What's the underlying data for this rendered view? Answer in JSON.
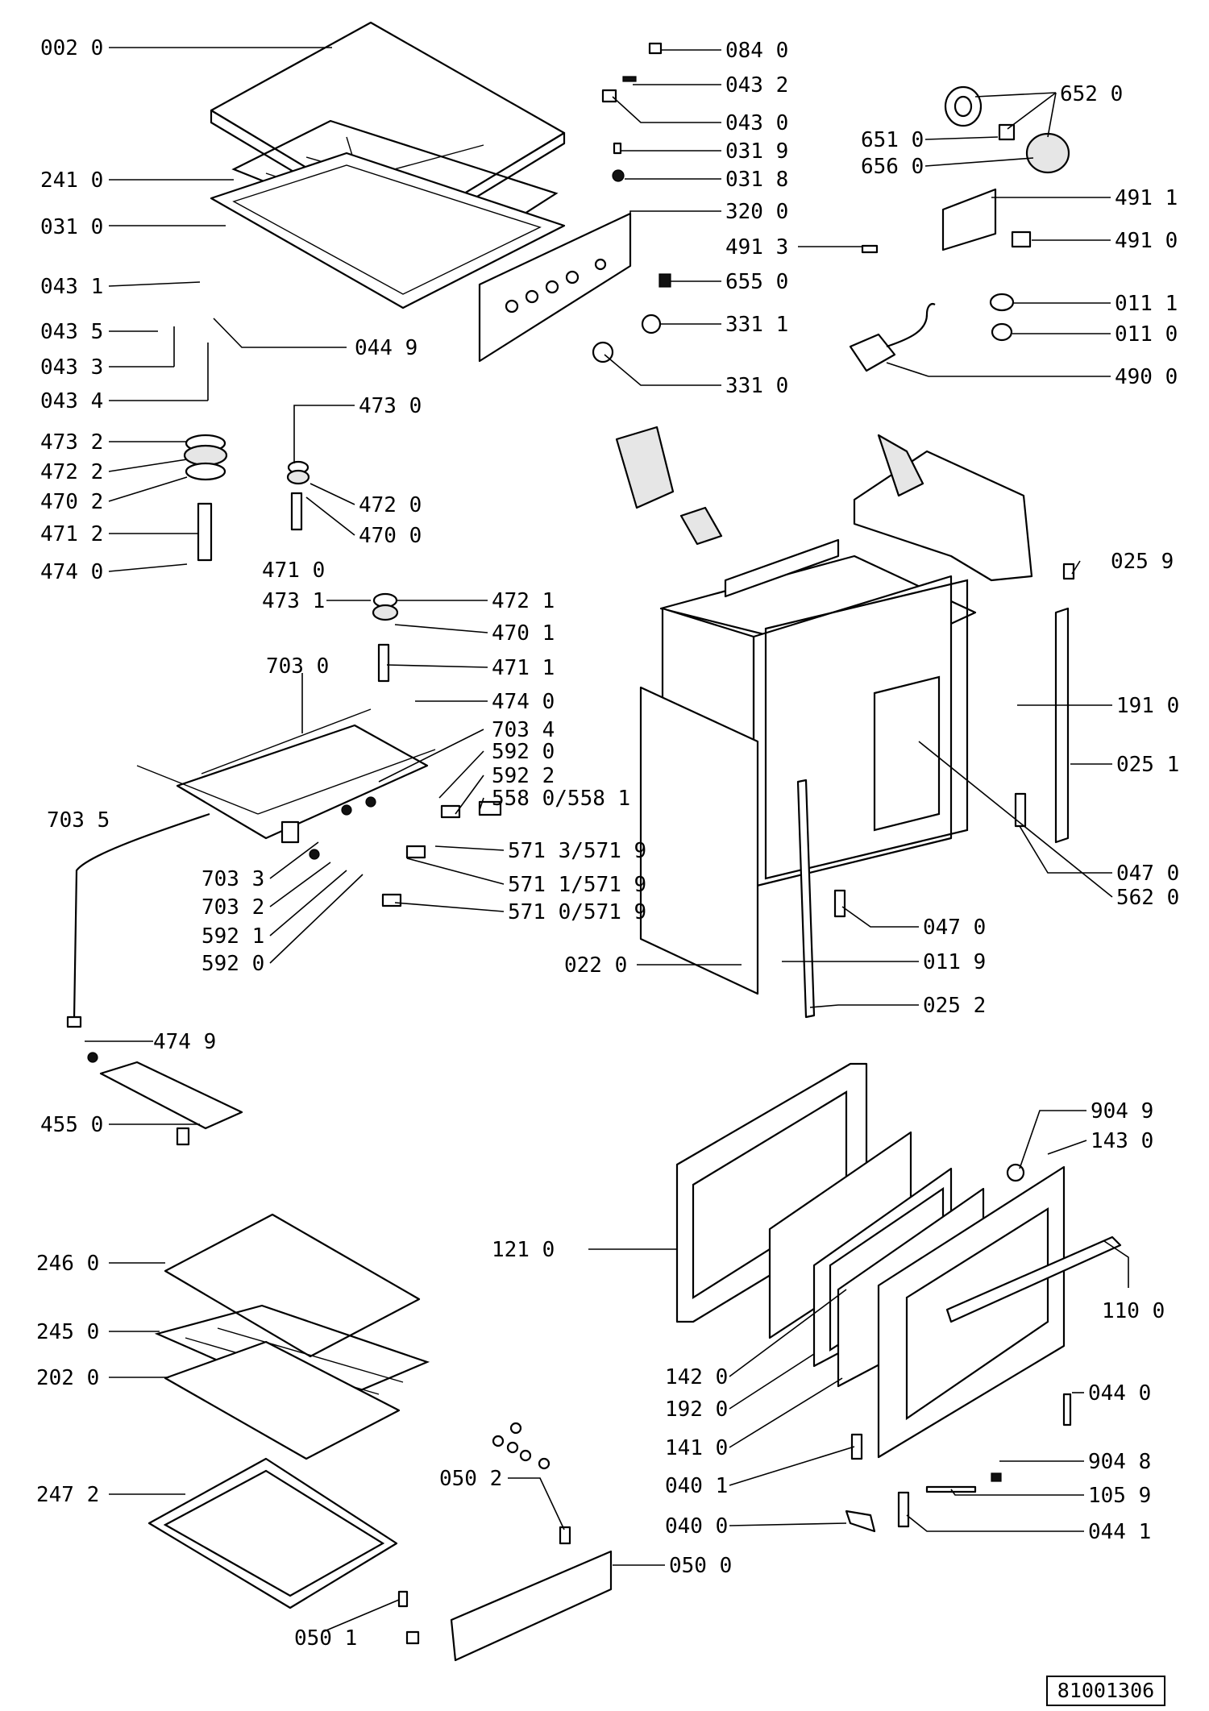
{
  "drawing_code": "81001306",
  "labels": [
    "002 0",
    "241 0",
    "031 0",
    "043 1",
    "043 5",
    "043 3",
    "043 4",
    "044 9",
    "084 0",
    "043 2",
    "043 0",
    "031 9",
    "031 8",
    "320 0",
    "491 3",
    "655 0",
    "331 1",
    "331 0",
    "652 0",
    "651 0",
    "656 0",
    "491 1",
    "491 0",
    "011 1",
    "011 0",
    "490 0",
    "473 2",
    "472 2",
    "470 2",
    "471 2",
    "474 0",
    "473 0",
    "472 0",
    "470 0",
    "471 0",
    "473 1",
    "472 1",
    "470 1",
    "471 1",
    "474 0",
    "703 0",
    "703 4",
    "592 0",
    "592 2",
    "558 0/558 1",
    "571 3/571 9",
    "571 1/571 9",
    "571 0/571 9",
    "703 5",
    "703 3",
    "703 2",
    "592 1",
    "592 0",
    "025 9",
    "191 0",
    "025 1",
    "047 0",
    "562 0",
    "047 0",
    "011 9",
    "022 0",
    "025 2",
    "474 9",
    "455 0",
    "904 9",
    "143 0",
    "121 0",
    "110 0",
    "142 0",
    "192 0",
    "141 0",
    "044 0",
    "904 8",
    "040 1",
    "105 9",
    "040 0",
    "044 1",
    "246 0",
    "245 0",
    "202 0",
    "247 2",
    "050 2",
    "050 0",
    "050 1"
  ]
}
